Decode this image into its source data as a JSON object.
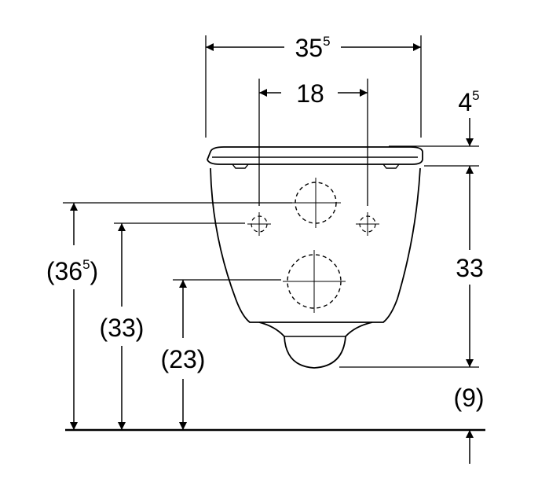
{
  "dimensions": {
    "width_total": {
      "main": "35",
      "sup": "5"
    },
    "fixing_distance": {
      "main": "18"
    },
    "seat_thickness": {
      "main": "4",
      "sup": "5"
    },
    "height_body": {
      "main": "33"
    },
    "height_upper_hole": {
      "open": "(",
      "main": "36",
      "sup": "5",
      "close": ")"
    },
    "height_fixings": {
      "main": "(33)"
    },
    "height_lower_hole": {
      "main": "(23)"
    },
    "height_outlet": {
      "main": "(9)"
    }
  },
  "colors": {
    "line": "#000000",
    "background": "#ffffff"
  }
}
